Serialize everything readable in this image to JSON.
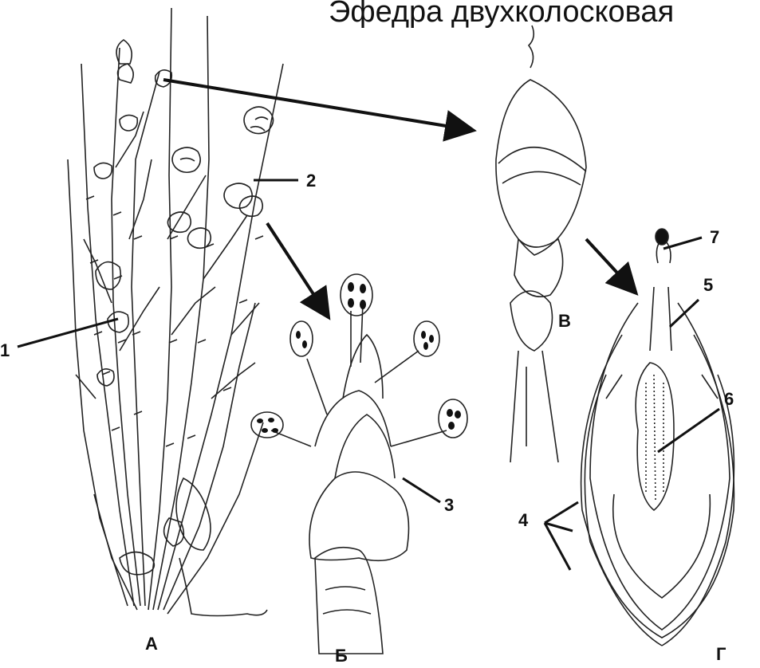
{
  "title": "Эфедра двухколосковая",
  "panels": {
    "a": "А",
    "b": "Б",
    "v": "В",
    "g": "Г"
  },
  "callouts": {
    "c1": "1",
    "c2": "2",
    "c3": "3",
    "c4": "4",
    "c5": "5",
    "c6": "6",
    "c7": "7"
  },
  "colors": {
    "ink": "#111111",
    "background": "#ffffff"
  }
}
